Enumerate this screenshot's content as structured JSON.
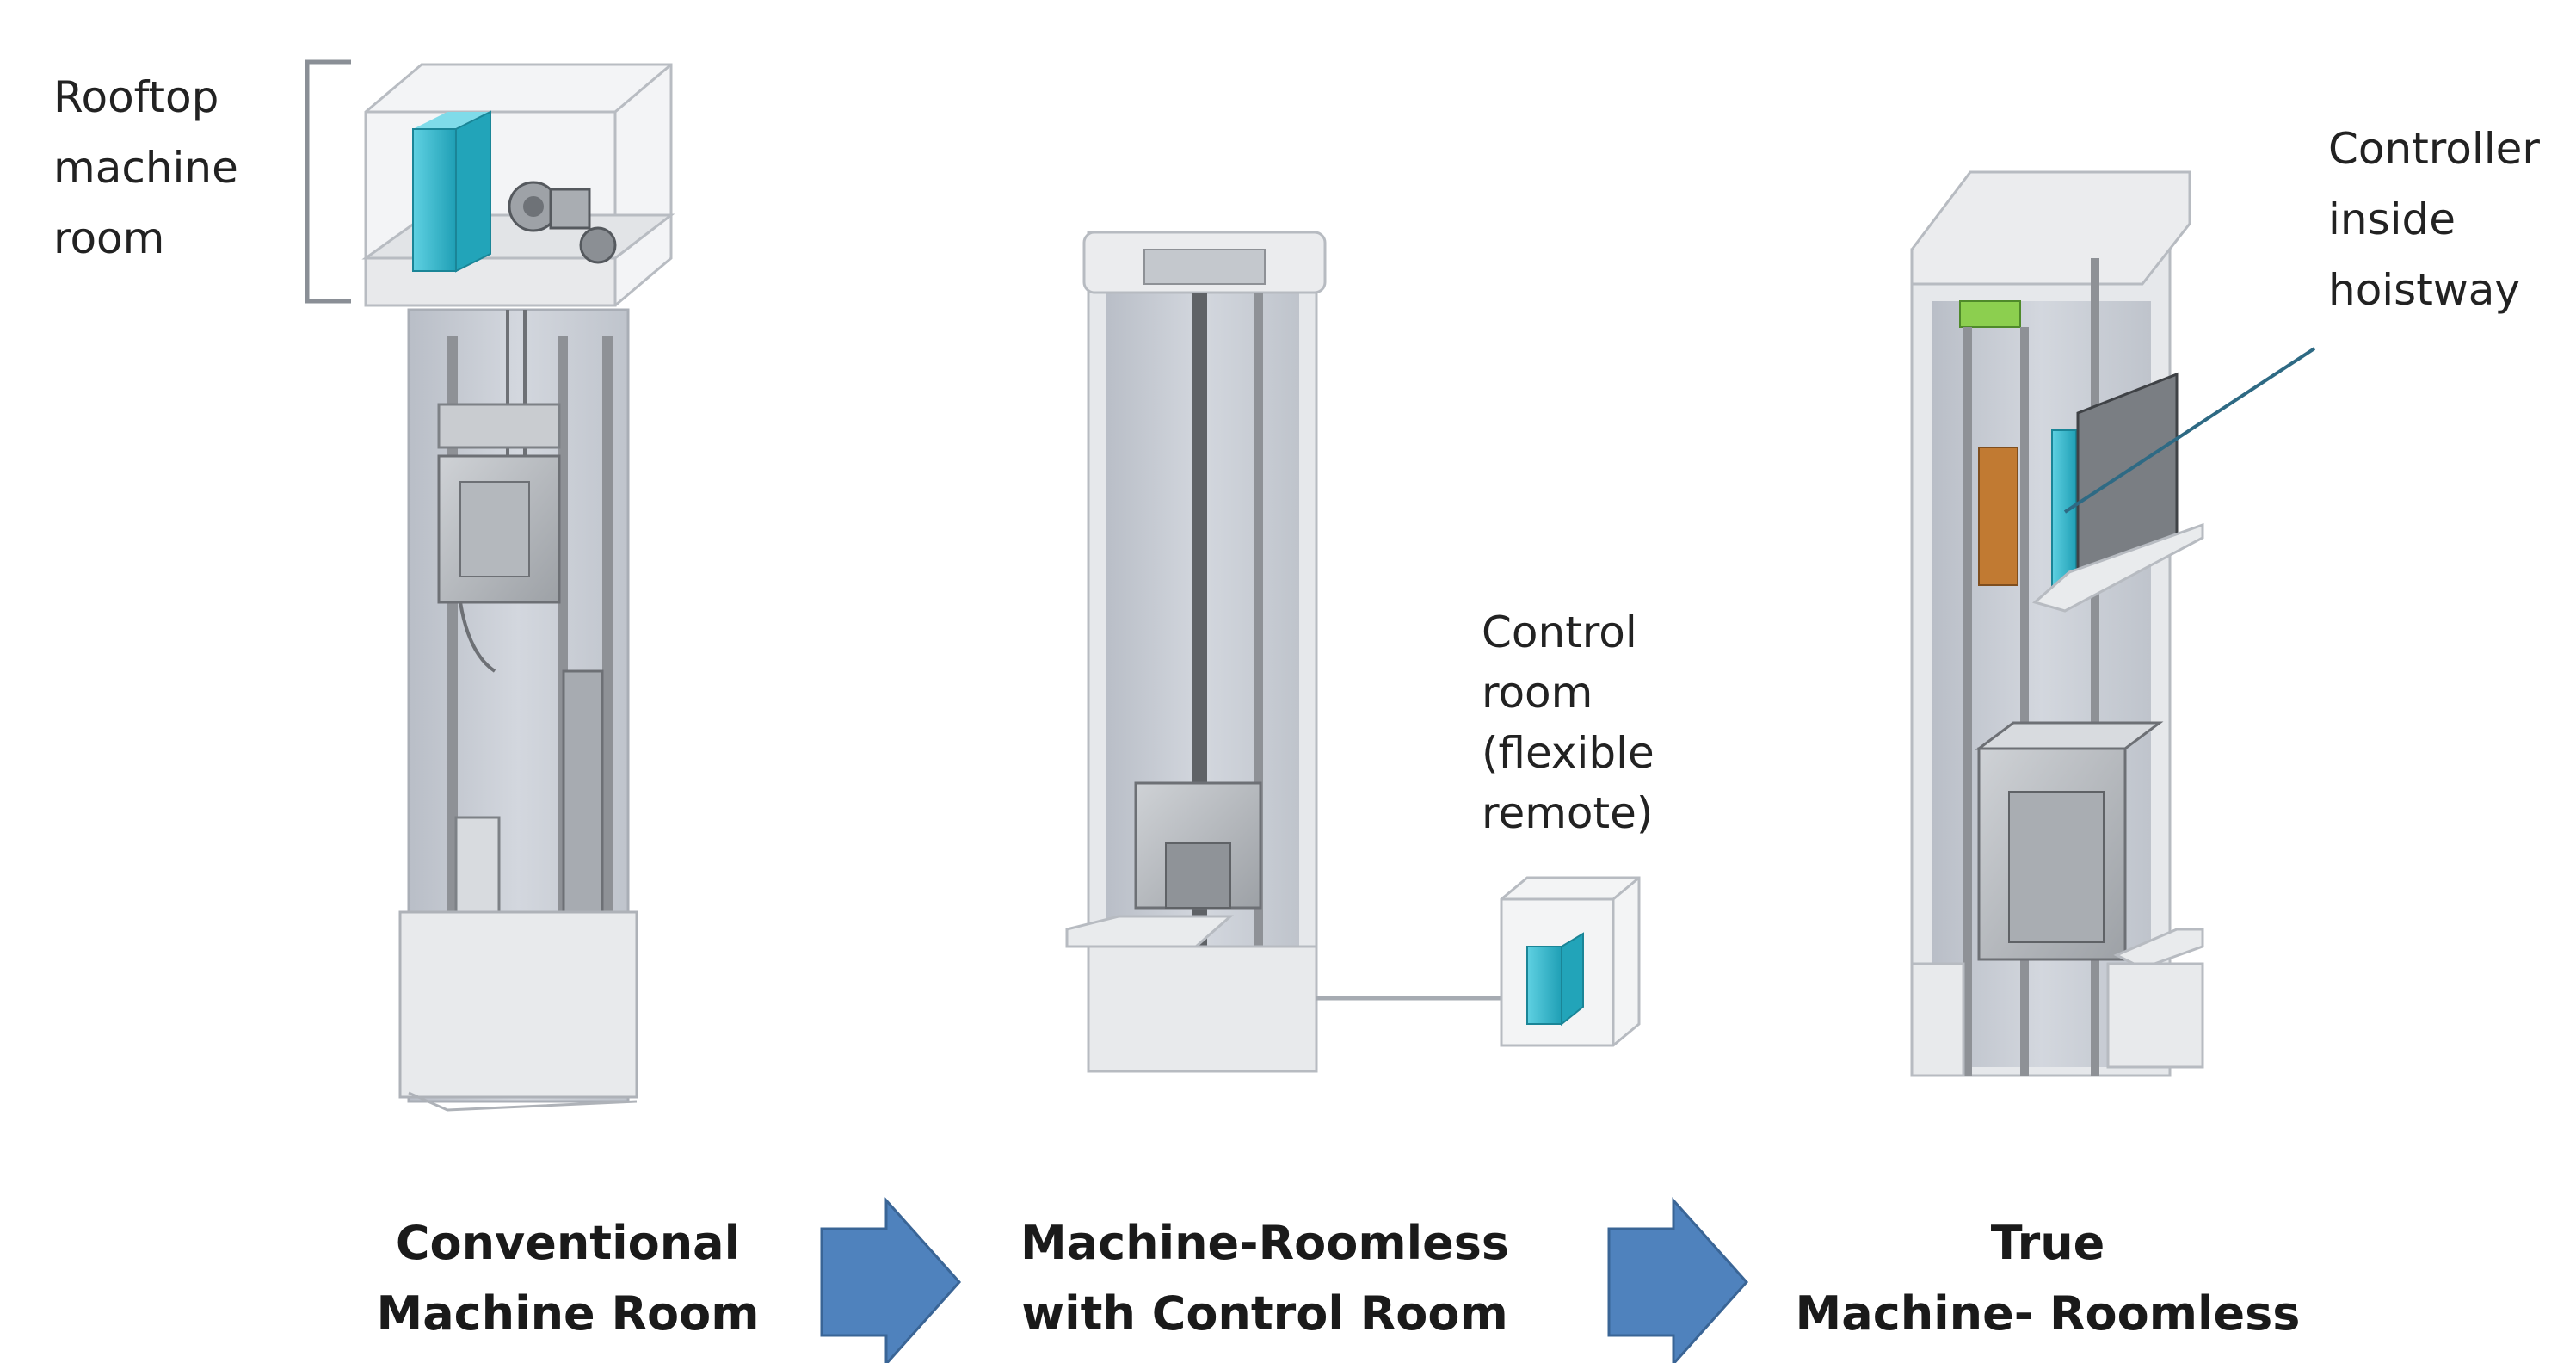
{
  "annotations": {
    "rooftop": "Rooftop\nmachine\nroom",
    "control_room": "Control\nroom\n(flexible\nremote)",
    "controller": "Controller\ninside\nhoistway"
  },
  "captions": {
    "conventional": "Conventional\nMachine Room",
    "mrl_control_room": "Machine-Roomless\nwith Control Room",
    "true_mrl": "True\nMachine- Roomless"
  },
  "colors": {
    "shaft": "#c9ced6",
    "rail": "#8e9196",
    "controller": "#2fb3c9",
    "motor_green": "#8ccf4f",
    "counterweight": "#c17a32",
    "arrow_fill": "#4f82bd",
    "arrow_stroke": "#3a6596",
    "leader": "#2e6a84"
  },
  "icons": [
    "elevator-shaft-icon",
    "controller-cabinet-icon",
    "motor-icon",
    "right-arrow-icon"
  ]
}
